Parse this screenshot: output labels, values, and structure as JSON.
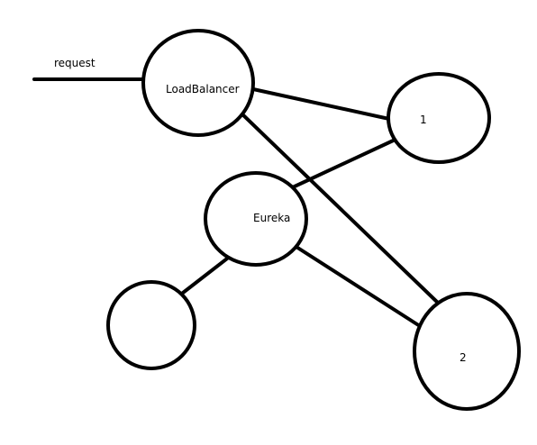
{
  "diagram": {
    "input_label": "request",
    "nodes": {
      "load_balancer": "LoadBalancer",
      "eureka": "Eureka",
      "instance_1": "1",
      "instance_2": "2",
      "client": ""
    }
  },
  "colors": {
    "background": "#ffffff",
    "ink": "#000000"
  }
}
